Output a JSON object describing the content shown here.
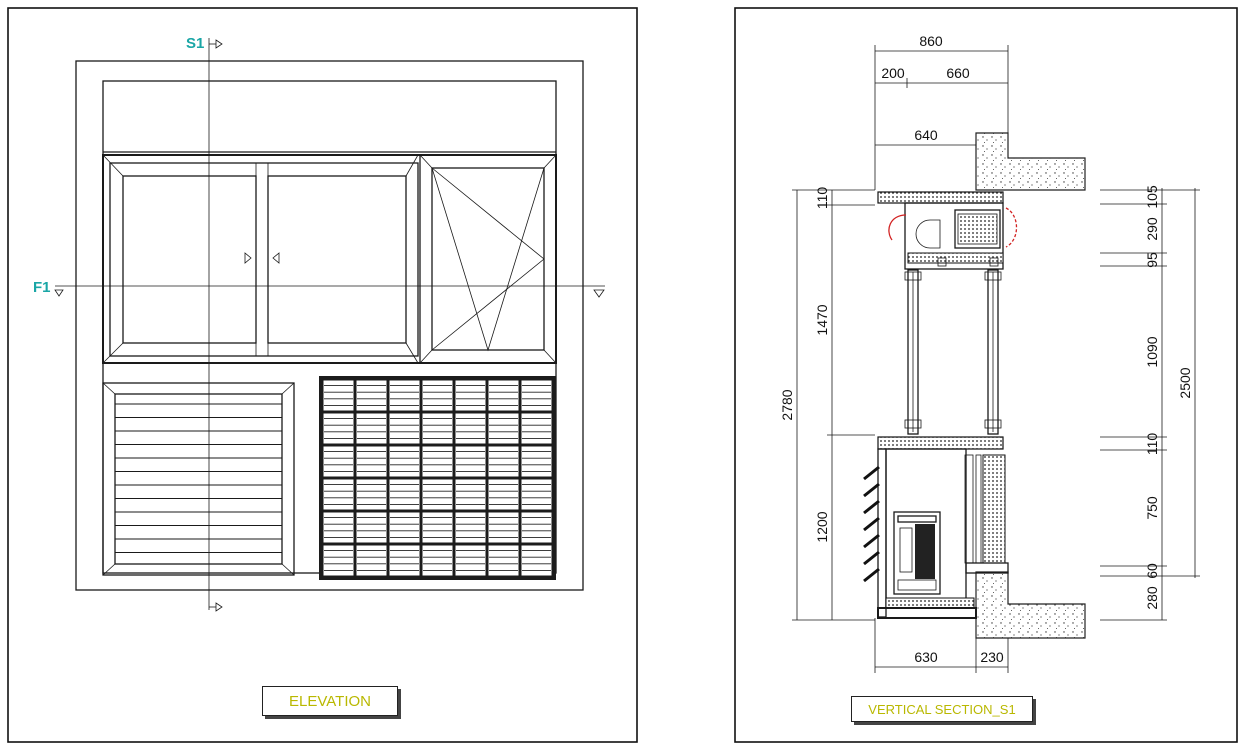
{
  "elevation": {
    "title": "ELEVATION",
    "section_markers": {
      "vertical": "S1",
      "horizontal": "F1"
    }
  },
  "section": {
    "title": "VERTICAL SECTION_S1",
    "top_dims": [
      "860",
      "200",
      "660",
      "640"
    ],
    "left_dims": [
      "110",
      "1470",
      "2780",
      "1200"
    ],
    "right_dims": [
      "105",
      "290",
      "95",
      "1090",
      "2500",
      "110",
      "750",
      "60",
      "280"
    ],
    "bottom_dims": [
      "630",
      "230"
    ]
  },
  "colors": {
    "marker": "#1aa6a6",
    "title_text": "#b9b800",
    "accent_red": "#d22222"
  }
}
